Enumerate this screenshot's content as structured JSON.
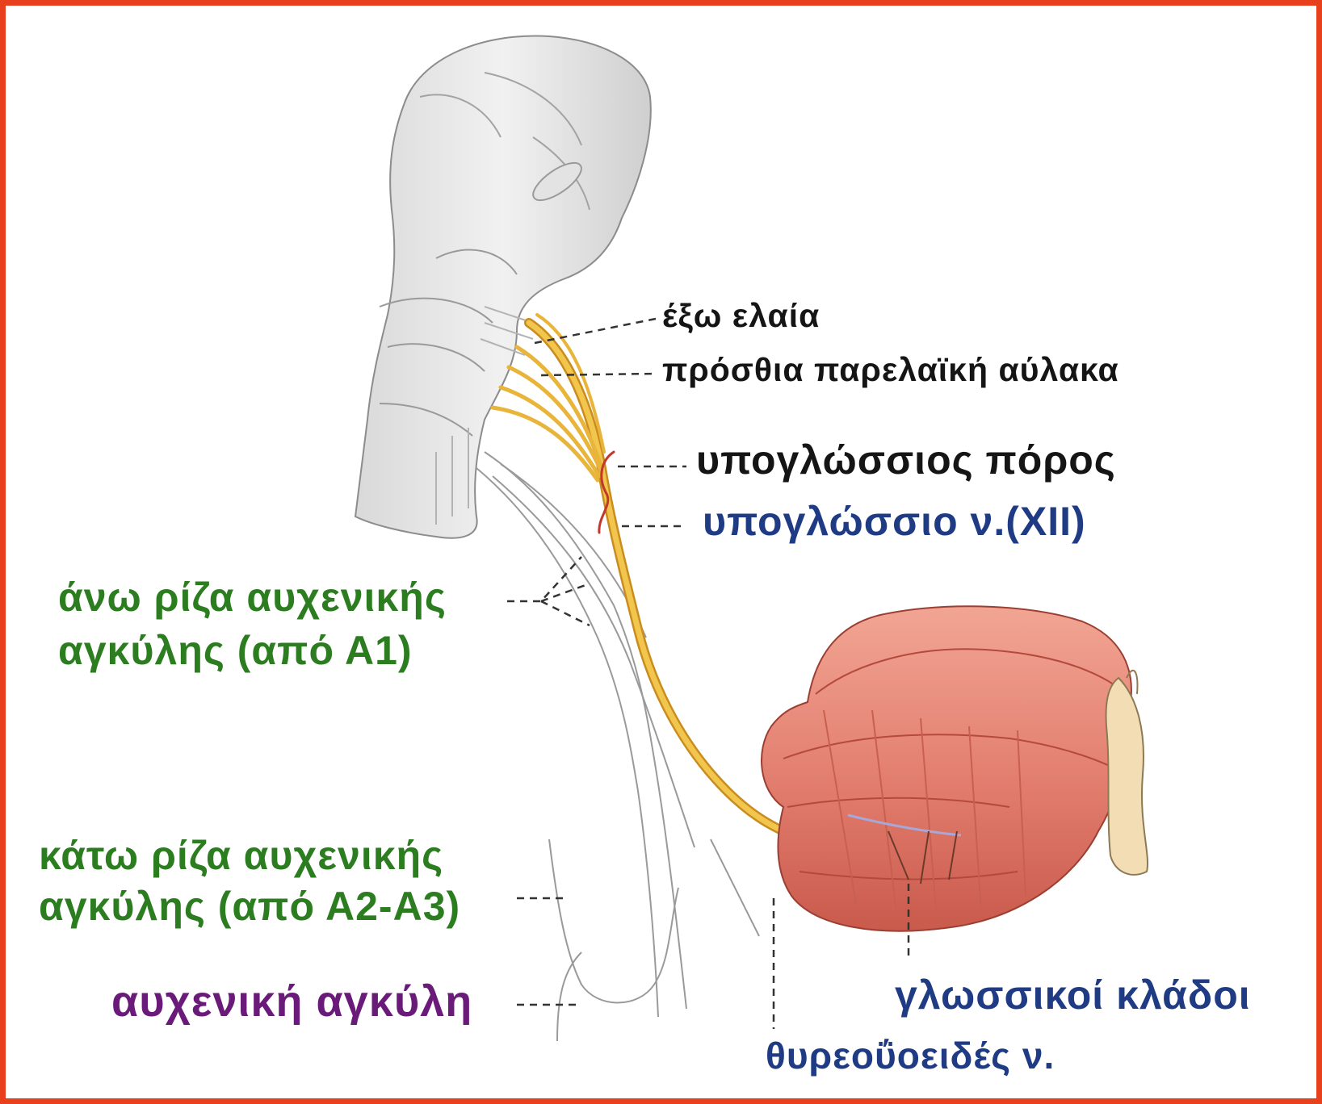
{
  "colors": {
    "frame": "#e8401c",
    "label_black": "#151515",
    "label_blue": "#1f3b84",
    "label_green": "#2b7d20",
    "label_purple": "#6a1a78",
    "nerve": "#e8b53a",
    "muscle": "#e27d6e"
  },
  "labels": {
    "olive": "έξω ελαία",
    "preolivary_sulcus": "πρόσθια παρελαϊκή αύλακα",
    "hypoglossal_canal": "υπογλώσσιος πόρος",
    "hypoglossal_nerve": "υπογλώσσιο ν.(XII)",
    "superior_root_line1": "άνω ρίζα αυχενικής",
    "superior_root_line2": "αγκύλης (από Α1)",
    "inferior_root_line1": "κάτω ρίζα αυχενικής",
    "inferior_root_line2": "αγκύλης (από Α2-Α3)",
    "ansa_cervicalis": "αυχενική αγκύλη",
    "lingual_branches": "γλωσσικοί κλάδοι",
    "thyrohyoid_nerve": "θυρεοΰοειδές ν."
  }
}
